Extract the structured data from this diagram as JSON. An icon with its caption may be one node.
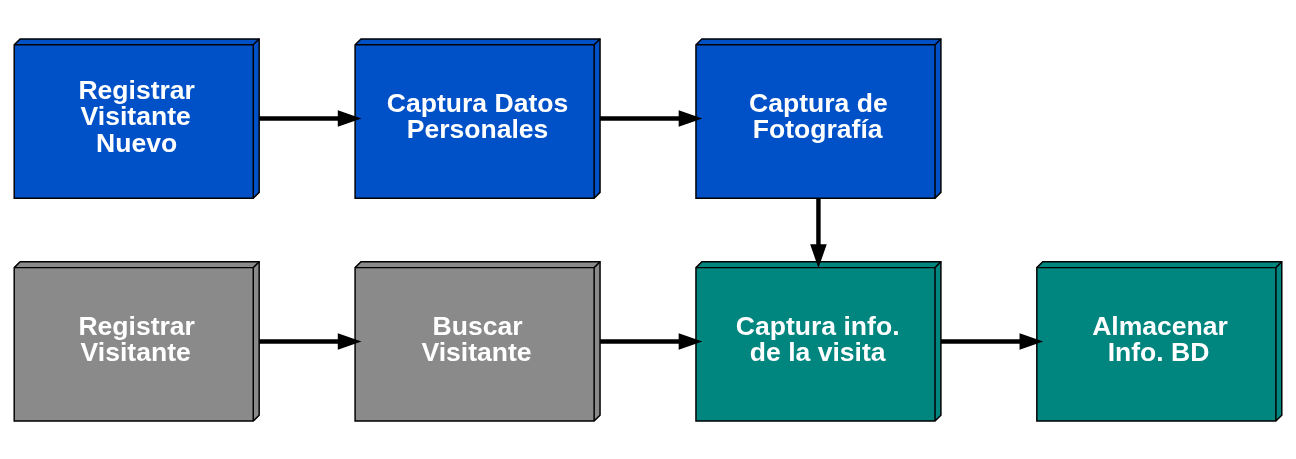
{
  "diagram": {
    "nodes": [
      {
        "text": [
          "Registrar Visitante Nuevo"
        ]
      },
      {
        "text": [
          "Captura Datos Personales"
        ]
      },
      {
        "text": [
          "Captura de Fotografía"
        ]
      },
      {
        "text": [
          "Almacenar Info. BD"
        ]
      },
      {
        "text": [
          "Registrar Visitante"
        ]
      },
      {
        "text": [
          "Buscar Visitante"
        ]
      },
      {
        "text": [
          "Captura info. de la visita"
        ]
      }
    ],
    "edges": [
      {
        "from": 0,
        "to": 1,
        "arrow": "to"
      },
      {
        "from": 1,
        "to": 2,
        "arrow": "to"
      },
      {
        "from": 2,
        "to": 6,
        "arrow": "to"
      },
      {
        "from": 4,
        "to": 5,
        "arrow": "to"
      },
      {
        "from": 5,
        "to": 6,
        "arrow": "to"
      },
      {
        "from": 6,
        "to": 3,
        "arrow": "to"
      }
    ]
  }
}
